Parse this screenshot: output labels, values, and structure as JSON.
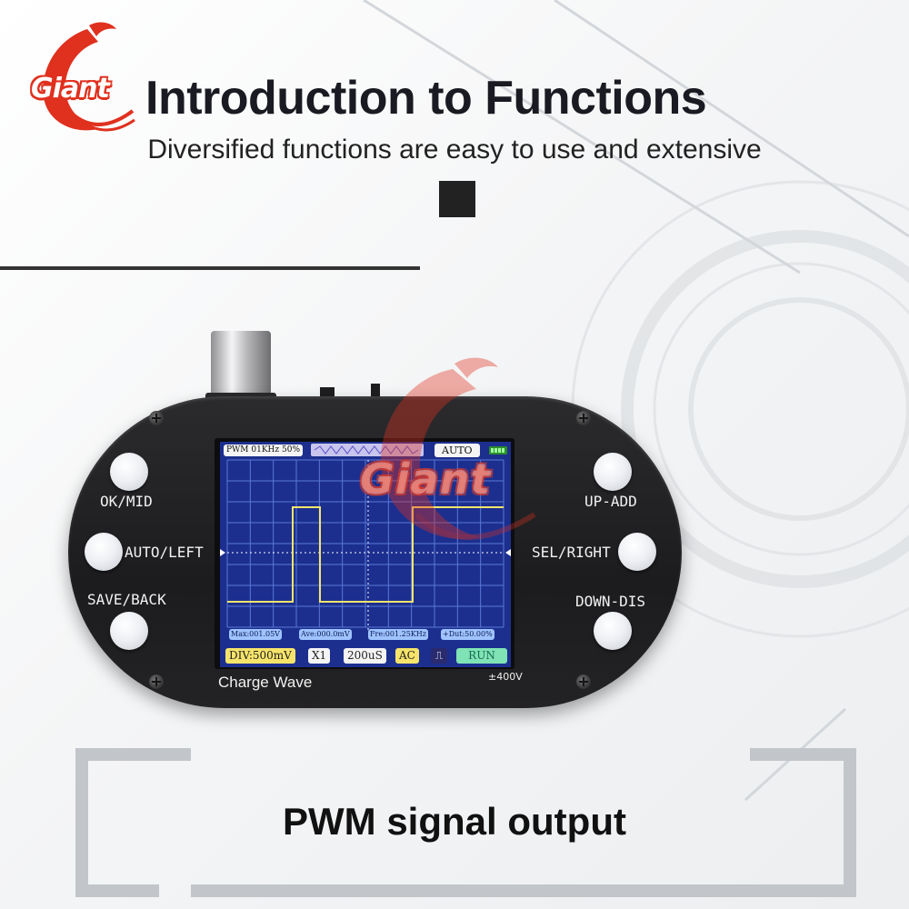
{
  "brand": {
    "logo_text": "Giant",
    "watermark_text": "Giant",
    "accent": "#e0301e"
  },
  "header": {
    "title": "Introduction to Functions",
    "subtitle": "Diversified functions are easy to use and extensive"
  },
  "device": {
    "buttons": {
      "ok_mid": "OK/MID",
      "auto_left": "AUTO/LEFT",
      "save_back": "SAVE/BACK",
      "up_add": "UP-ADD",
      "sel_right": "SEL/RIGHT",
      "down_dis": "DOWN-DIS"
    },
    "label_charge_wave": "Charge Wave",
    "voltage_rating": "±400V",
    "screen": {
      "pwm_info": "PWM 01KHz 50%",
      "trigger_mode": "AUTO",
      "battery_icon": "battery-full-icon",
      "measurements": {
        "max": "Max:001.05V",
        "ave": "Ave:000.0mV",
        "freq": "Fre:001.25KHz",
        "duty": "+Dut:50.00%"
      },
      "bottom": {
        "div": "DIV:500mV",
        "probe": "X1",
        "timebase": "200uS",
        "coupling": "AC",
        "edge_icon": "rising-edge-icon",
        "status": "RUN"
      },
      "colors": {
        "background": "#1c2f8f",
        "grid": "#5a78d6",
        "trace": "#f2e56b",
        "run": "#7fe3b5"
      }
    }
  },
  "caption": "PWM signal output"
}
